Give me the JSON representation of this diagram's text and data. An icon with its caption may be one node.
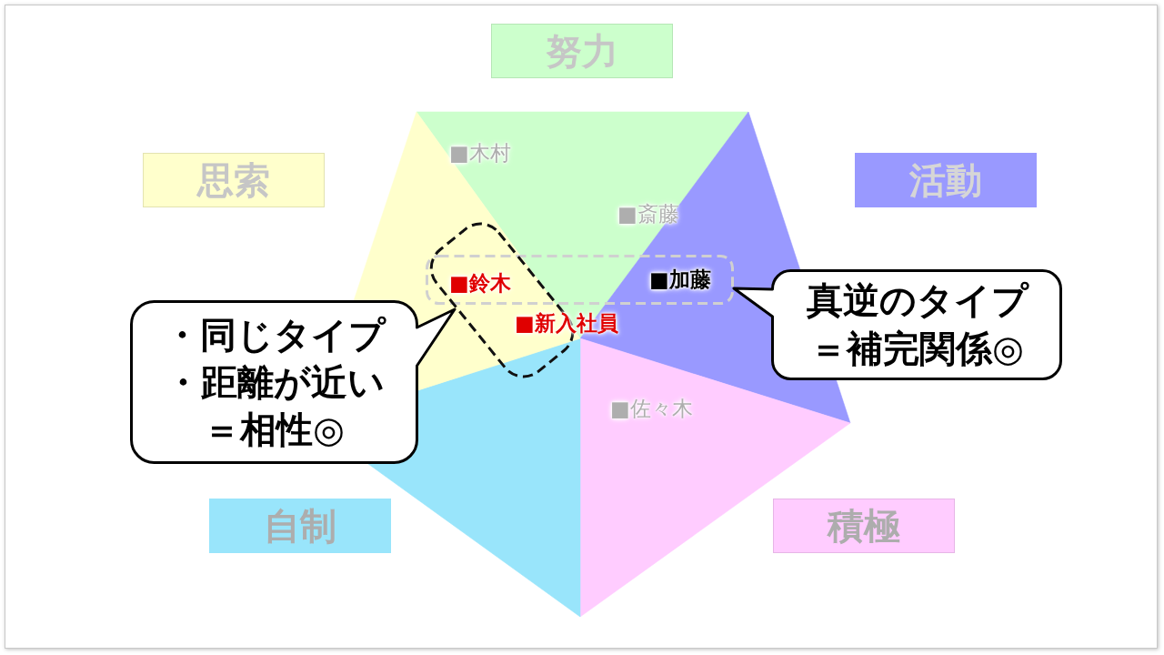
{
  "diagram": {
    "nodes": [
      {
        "text": [
          "努力"
        ]
      },
      {
        "text": [
          "思索"
        ]
      },
      {
        "text": [
          "活動"
        ]
      },
      {
        "text": [
          "自制"
        ]
      },
      {
        "text": [
          "積極"
        ]
      },
      {
        "text": [
          "・同じタイプ",
          "・距離が近い",
          "＝相性◎"
        ]
      },
      {
        "text": [
          "真逆のタイプ",
          "＝補完関係◎"
        ]
      }
    ],
    "labels": [
      "■木村",
      "■斎藤",
      "■鈴木",
      "■加藤",
      "■新入社員",
      "■佐々木"
    ]
  }
}
